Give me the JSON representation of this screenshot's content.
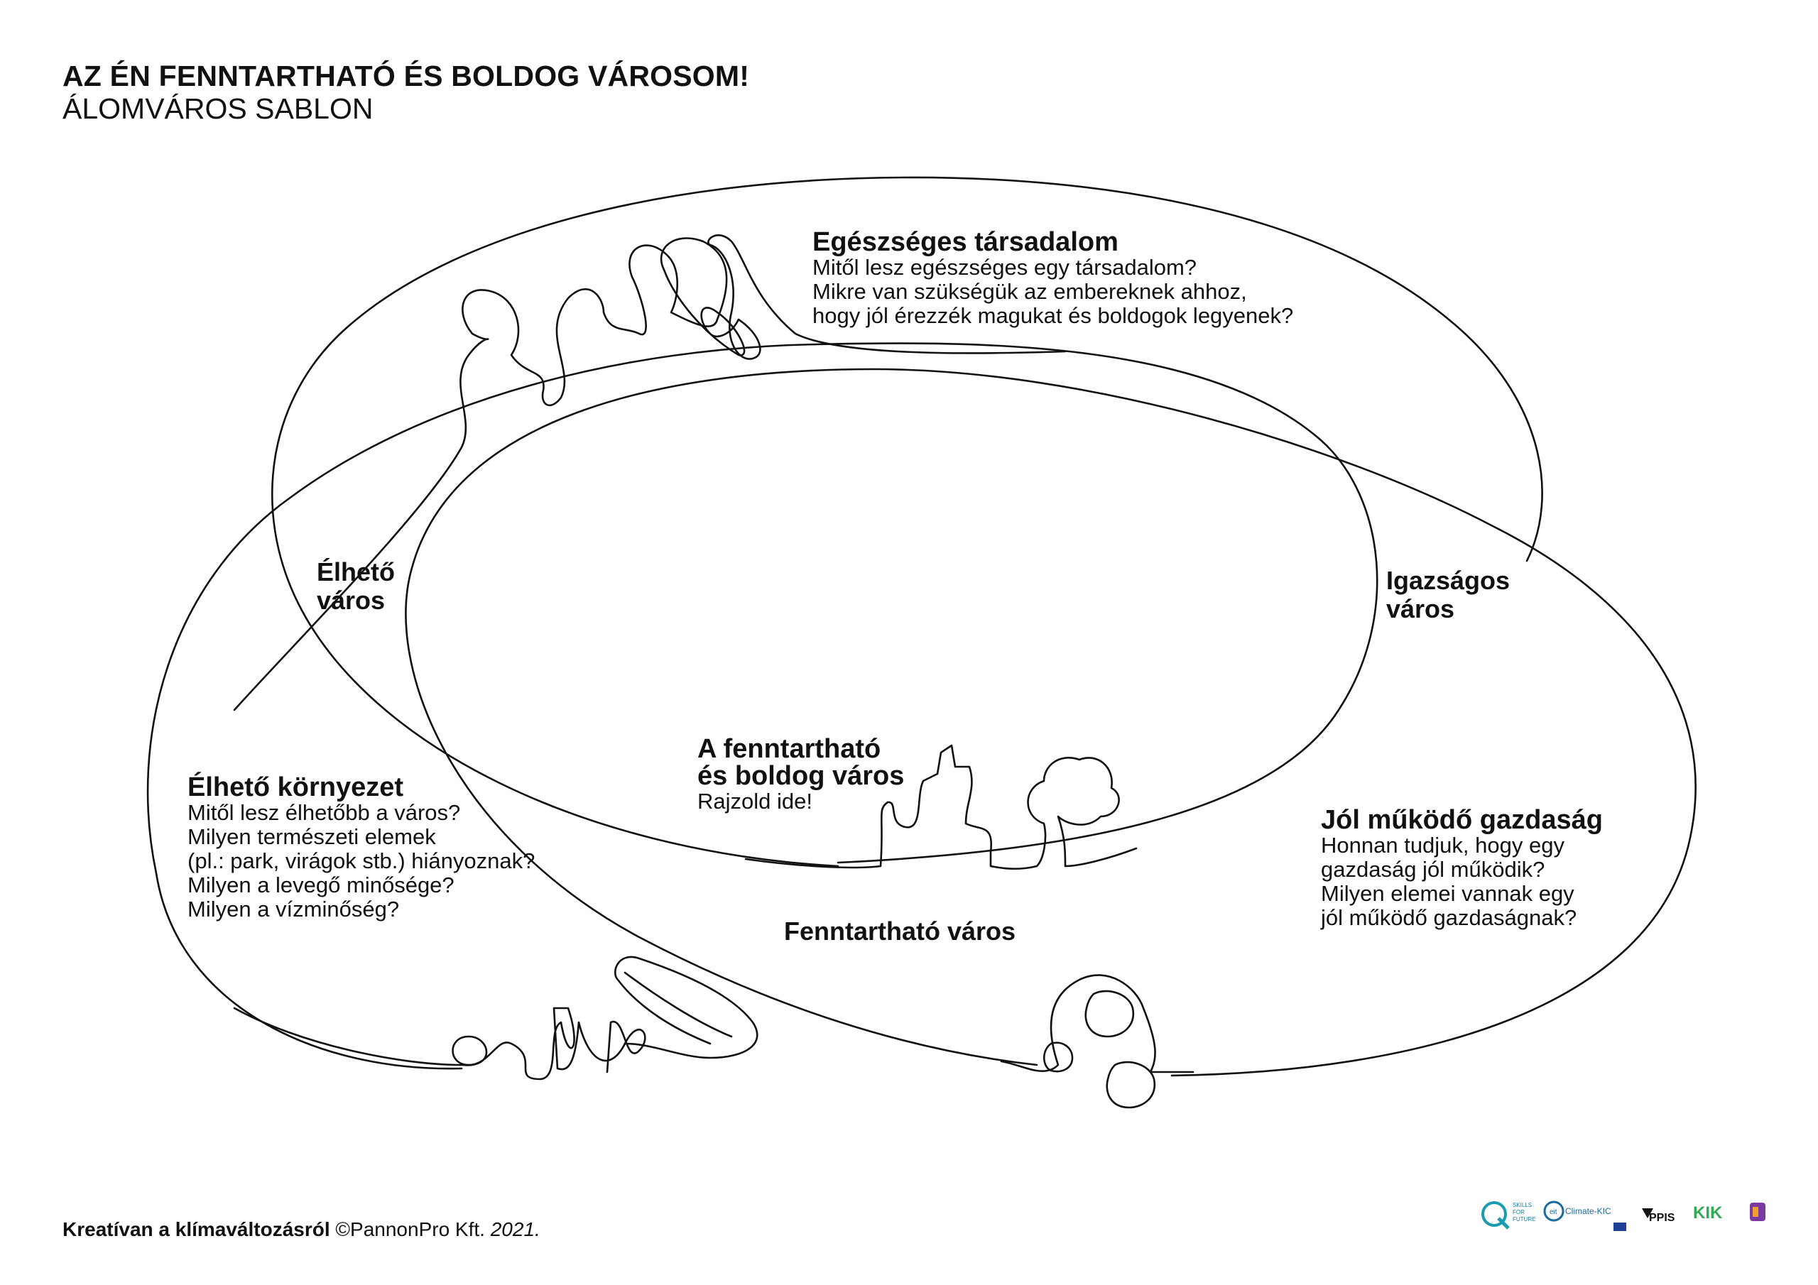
{
  "header": {
    "title": "AZ ÉN FENNTARTHATÓ ÉS BOLDOG VÁROSOM!",
    "subtitle": "ÁLOMVÁROS SABLON"
  },
  "sections": {
    "health": {
      "heading": "Egészséges társadalom",
      "lines": [
        "Mitől lesz egészséges egy társadalom?",
        "Mikre van szükségük az embereknek ahhoz,",
        "hogy jól érezzék magukat és boldogok legyenek?"
      ]
    },
    "environment": {
      "heading": "Élhető környezet",
      "lines": [
        "Mitől lesz élhetőbb a város?",
        "Milyen természeti elemek",
        "(pl.: park, virágok stb.) hiányoznak?",
        "Milyen a levegő minősége?",
        "Milyen a vízminőség?"
      ]
    },
    "economy": {
      "heading": "Jól működő gazdaság",
      "lines": [
        "Honnan tudjuk, hogy egy",
        "gazdaság jól működik?",
        "Milyen elemei vannak egy",
        "jól működő gazdaságnak?"
      ]
    },
    "center": {
      "heading_line1": "A fenntartható",
      "heading_line2": "és boldog város",
      "hint": "Rajzold ide!"
    }
  },
  "overlaps": {
    "livable_city_line1": "Élhető",
    "livable_city_line2": "város",
    "fair_city_line1": "Igazságos",
    "fair_city_line2": "város",
    "sustainable_city": "Fenntartható város"
  },
  "footer": {
    "project": "Kreatívan a klímaváltozásról",
    "copyright": "©PannonPro Kft.",
    "year": "2021."
  },
  "logos": {
    "skills_line1": "SKILLS",
    "skills_line2": "FOR",
    "skills_line3": "FUTURE",
    "climate_kic": "Climate-KIC",
    "ppis": "PPIS",
    "kik": "KIK"
  }
}
